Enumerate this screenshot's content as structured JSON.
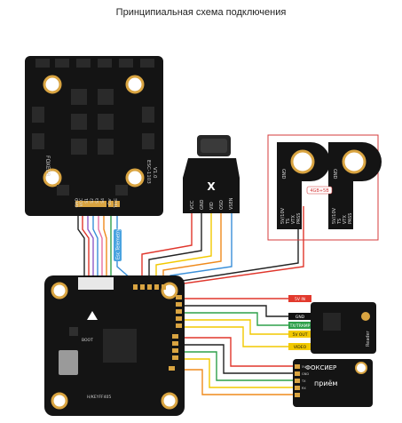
{
  "title": "Принципиальная схема подключения",
  "esc": {
    "brand": "FOXEER",
    "model": "ESC-1103",
    "version": "V1.0",
    "pads": [
      "GND",
      "VCC",
      "S1",
      "S2",
      "S3",
      "S4",
      "Cur",
      "TELE"
    ]
  },
  "camera": {
    "logo": "X",
    "pins": [
      "VCC",
      "GND",
      "VID",
      "OSD",
      "VSEN"
    ]
  },
  "tag_esc_telemetry": "Esc Telemetry",
  "vtx": {
    "left_pads": [
      "5V/10V",
      "TS",
      "VTX",
      "PASS"
    ],
    "right_pads": [
      "5V/10V",
      "TS",
      "VTX",
      "PASS"
    ],
    "bridge_label": "4GB+5B",
    "gnd_label": "GND"
  },
  "fc": {
    "labels": [
      "BOOT",
      "H/KEYFF405"
    ]
  },
  "receiver_module": {
    "pins": [
      "5V IN",
      "GND",
      "TX/TRAMP",
      "5V OUT",
      "VIDEO"
    ],
    "bar_colors": [
      "#e23a2e",
      "#111111",
      "#2ea04a",
      "#f2c900",
      "#f2c900"
    ],
    "label": "Reader"
  },
  "receiver_small": {
    "brand": "ФОКСИЕР",
    "name": "приём",
    "pins": [
      "5V",
      "GND",
      "TX",
      "RX"
    ]
  },
  "colors": {
    "board": "#141414",
    "pad": "#d9a441",
    "wire_red": "#e0362c",
    "wire_yellow": "#f2c900",
    "wire_orange": "#ef8a1c",
    "wire_green": "#2ea04a",
    "wire_purple": "#8f5cc8",
    "wire_blue": "#3a8fd8",
    "wire_pink": "#e66fa2",
    "wire_black": "#222222",
    "frame_red": "#d43b3b"
  }
}
